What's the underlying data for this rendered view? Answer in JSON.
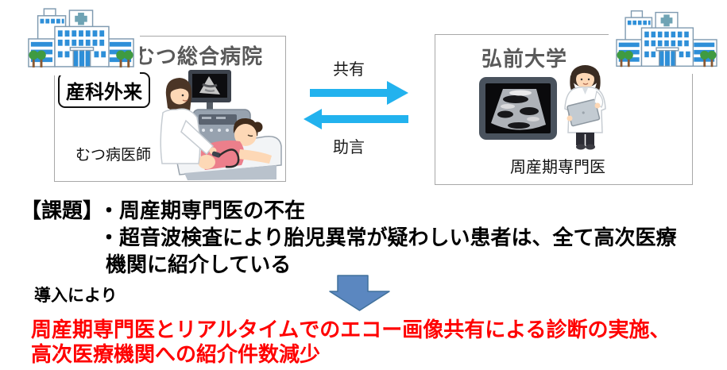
{
  "palette": {
    "exchange_arrow": "#22B2EE",
    "down_arrow_fill": "#5B87C0",
    "down_arrow_border": "#41719C",
    "panel_border": "#A8A8A8",
    "title_gray": "#595959",
    "emphasis_red": "#FF0000",
    "text_black": "#000000",
    "hospital_window_blue": "#2E8FD8",
    "hospital_cross_teal": "#6FA3B4"
  },
  "icons": {
    "hospital_left": "hospital-building-icon",
    "hospital_right": "hospital-building-icon",
    "exam_illustration": "ultrasound-exam-illustration",
    "echo_image": "ultrasound-echo-image",
    "specialist_illustration": "doctor-with-tablet-illustration",
    "share_arrow": "arrow-right-icon",
    "advice_arrow": "arrow-left-icon",
    "introduction_arrow": "arrow-down-icon"
  },
  "left_panel": {
    "title": "むつ総合病院",
    "badge": "産科外来",
    "caption": "むつ病医師"
  },
  "right_panel": {
    "title": "弘前大学",
    "caption": "周産期専門医"
  },
  "exchange": {
    "to_right_label": "共有",
    "to_left_label": "助言"
  },
  "issues": {
    "heading": "【課題】",
    "items": [
      "・周産期専門医の不在",
      "・超音波検査により胎児異常が疑わしい患者は、全て高次医療",
      "機関に紹介している"
    ]
  },
  "outcome": {
    "lead": "導入により",
    "lines": [
      "周産期専門医とリアルタイムでのエコー画像共有による診断の実施、",
      "高次医療機関への紹介件数減少"
    ]
  }
}
